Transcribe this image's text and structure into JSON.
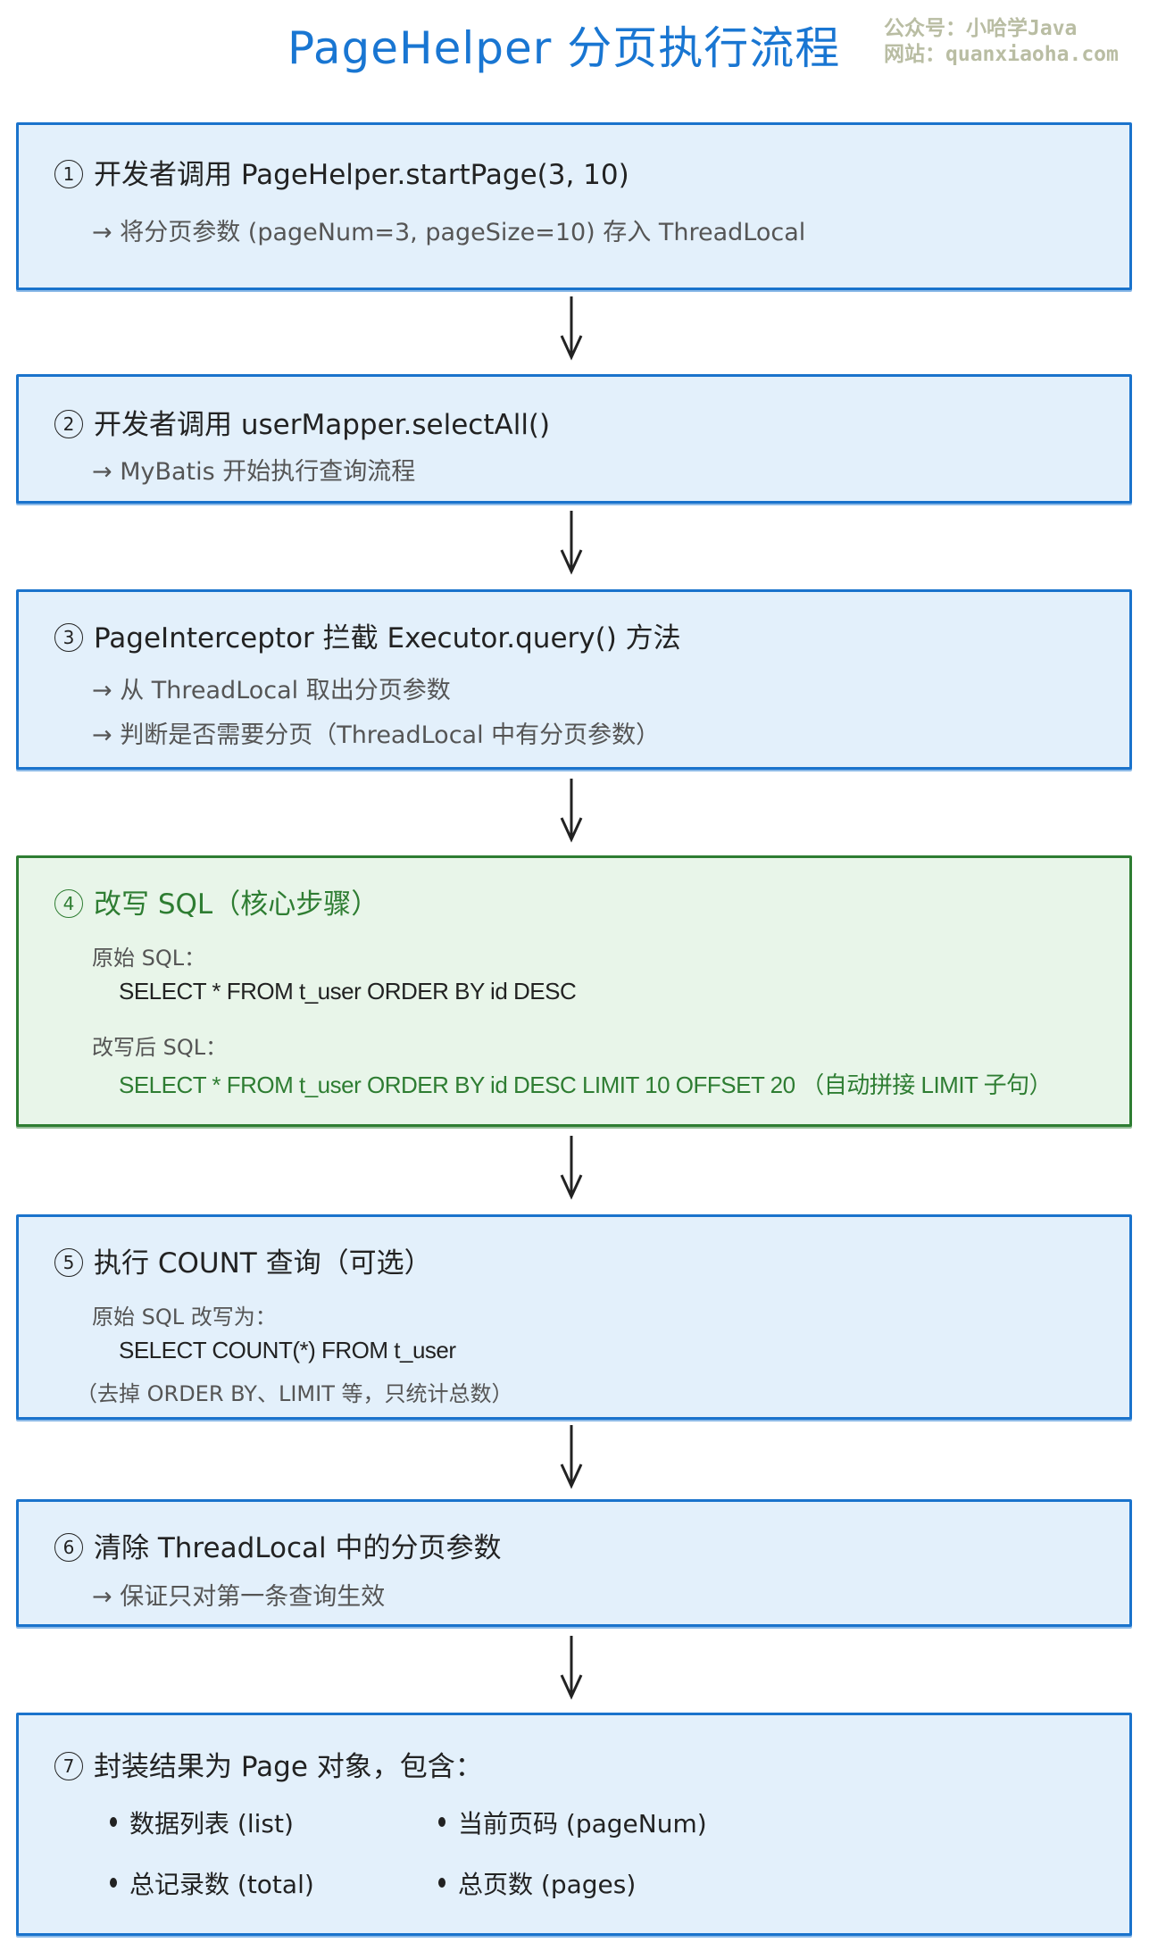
{
  "title": "PageHelper 分页执行流程",
  "watermark": {
    "line1": "公众号：小哈学Java",
    "line2": "网站：quanxiaoha.com"
  },
  "colors": {
    "blue_border": "#1a73cc",
    "blue_bg": "#e3f0fb",
    "green_border": "#2e7d32",
    "green_bg": "#e8f5e9",
    "title": "#1976d2"
  },
  "steps": [
    {
      "num": "1",
      "heading": "开发者调用 PageHelper.startPage(3, 10)",
      "sub": [
        "→ 将分页参数 (pageNum=3, pageSize=10) 存入 ThreadLocal"
      ]
    },
    {
      "num": "2",
      "heading": "开发者调用 userMapper.selectAll()",
      "sub": [
        "→ MyBatis 开始执行查询流程"
      ]
    },
    {
      "num": "3",
      "heading": "PageInterceptor 拦截 Executor.query() 方法",
      "sub": [
        "→ 从 ThreadLocal 取出分页参数",
        "→ 判断是否需要分页（ThreadLocal 中有分页参数）"
      ]
    },
    {
      "num": "4",
      "heading": "改写 SQL（核心步骤）",
      "original_label": "原始 SQL：",
      "original_sql": "SELECT * FROM t_user ORDER BY id DESC",
      "rewritten_label": "改写后 SQL：",
      "rewritten_sql": "SELECT * FROM t_user ORDER BY id DESC LIMIT 10 OFFSET 20 （自动拼接 LIMIT 子句）"
    },
    {
      "num": "5",
      "heading": "执行 COUNT 查询（可选）",
      "label": "原始 SQL 改写为：",
      "sql": "SELECT COUNT(*) FROM t_user",
      "note": "（去掉 ORDER BY、LIMIT 等，只统计总数）"
    },
    {
      "num": "6",
      "heading": "清除 ThreadLocal 中的分页参数",
      "sub": [
        "→ 保证只对第一条查询生效"
      ]
    },
    {
      "num": "7",
      "heading": "封装结果为 Page 对象，包含：",
      "bullets": [
        "数据列表 (list)",
        "当前页码 (pageNum)",
        "总记录数 (total)",
        "总页数 (pages)"
      ]
    }
  ]
}
